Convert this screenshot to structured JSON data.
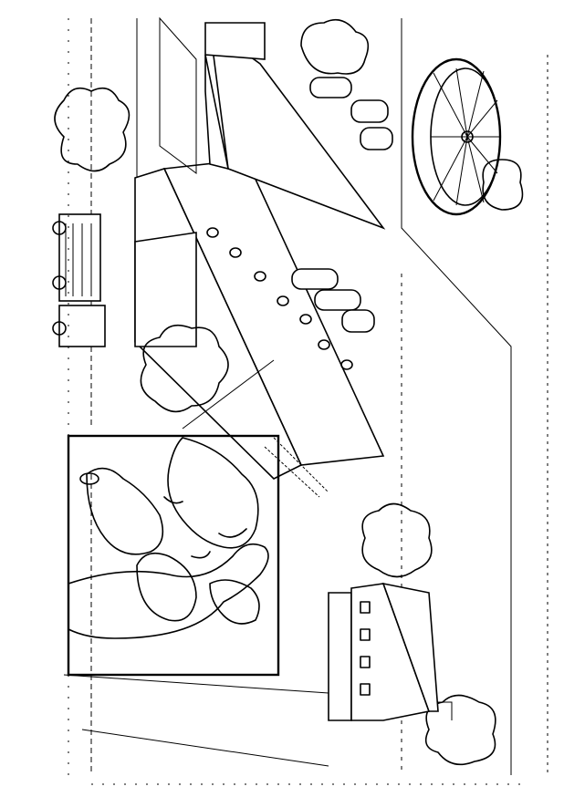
{
  "colors": {
    "background": "#ffffff",
    "ink": "#000000"
  },
  "scene": {
    "elements": [
      "pig-barns",
      "feed-silos",
      "round-manure-tank",
      "farm-house",
      "livestock-truck",
      "trees",
      "pigs-inset"
    ]
  }
}
